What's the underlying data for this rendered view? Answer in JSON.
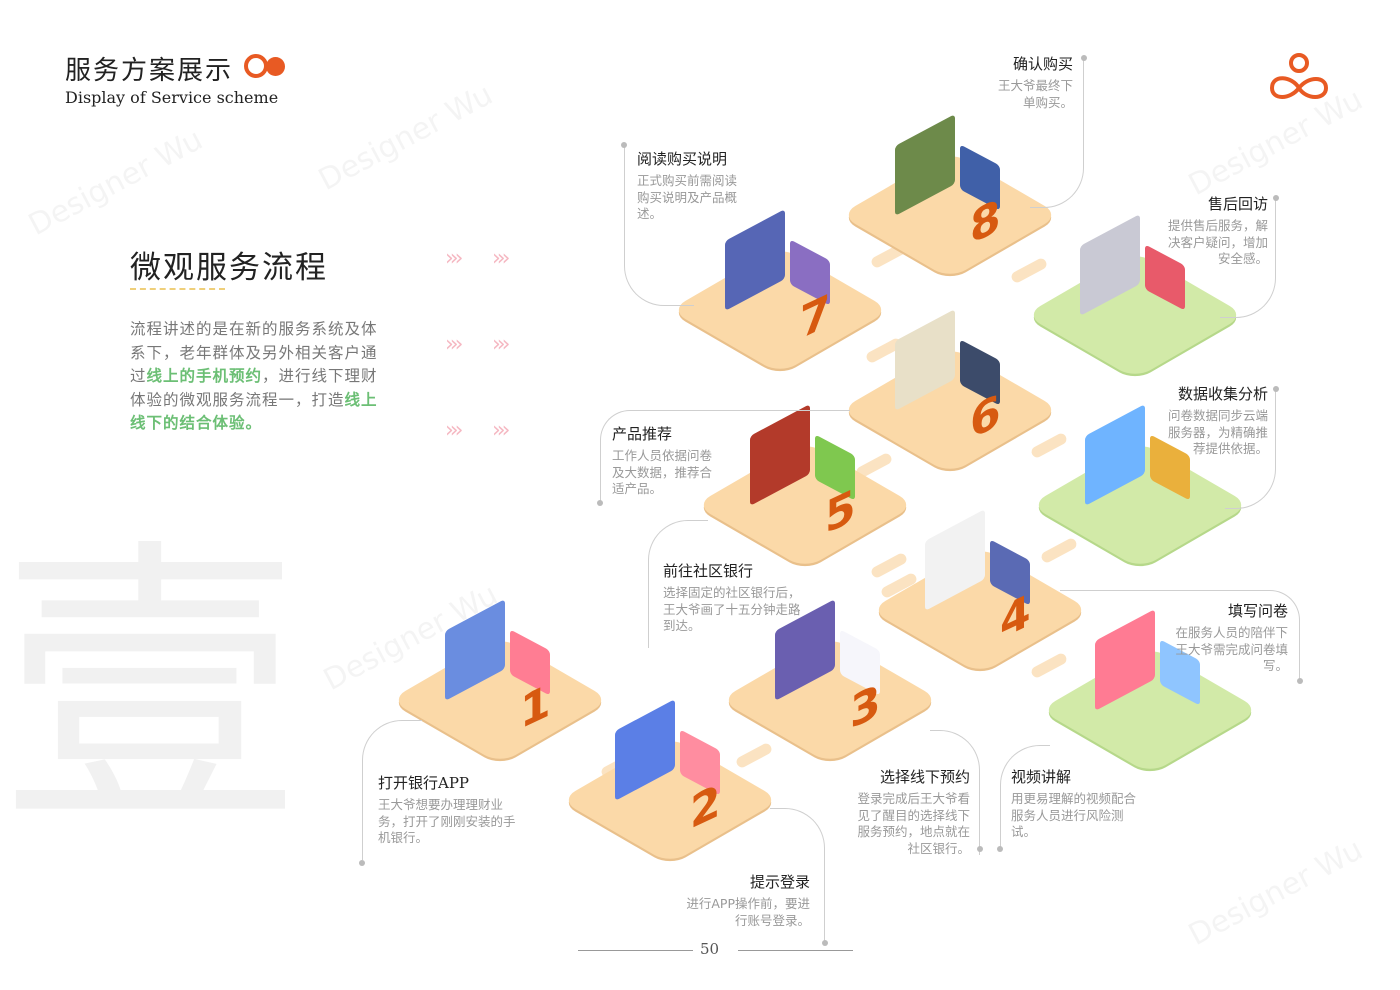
{
  "header": {
    "title": "服务方案展示",
    "subtitle": "Display of Service scheme"
  },
  "background_char": "壹",
  "watermark": "Designer Wu",
  "section": {
    "title": "微观服务流程",
    "intro": [
      {
        "t": "流程讲述的是在新的服务系统及体系下，老年群体及另外相关客户通过"
      },
      {
        "t": "线上的手机预约",
        "hl": true
      },
      {
        "t": "，进行线下理财体验的微观服务流程一，打造"
      },
      {
        "t": "线上线下的结合体验。",
        "hl": true
      }
    ]
  },
  "accent_color": "#e85a23",
  "highlight_color": "#6cbf75",
  "steps": [
    {
      "num": "1",
      "title": "打开银行APP",
      "desc": "王大爷想要办理理财业务，打开了刚刚安装的手机银行。"
    },
    {
      "num": "2",
      "title": "提示登录",
      "desc": "进行APP操作前，要进行账号登录。"
    },
    {
      "num": "3",
      "title": "选择线下预约",
      "desc": "登录完成后王大爷看见了醒目的选择线下服务预约，地点就在社区银行。"
    },
    {
      "num": "4",
      "title": "填写问卷",
      "desc": "在服务人员的陪伴下王大爷需完成问卷填写。"
    },
    {
      "num": "5",
      "title": "前往社区银行",
      "desc": "选择固定的社区银行后，王大爷画了十五分钟走路到达。"
    },
    {
      "num": "6",
      "title": "产品推荐",
      "desc": "工作人员依据问卷及大数据，推荐合适产品。"
    },
    {
      "num": "7",
      "title": "阅读购买说明",
      "desc": "正式购买前需阅读购买说明及产品概述。"
    },
    {
      "num": "8",
      "title": "确认购买",
      "desc": "王大爷最终下单购买。"
    },
    {
      "title": "售后回访",
      "desc": "提供售后服务，解决客户疑问，增加安全感。"
    },
    {
      "title": "数据收集分析",
      "desc": "问卷数据同步云端服务器，为精确推荐提供依据。"
    },
    {
      "title": "视频讲解",
      "desc": "用更易理解的视频配合服务人员进行风险测试。"
    }
  ],
  "page_number": "50"
}
